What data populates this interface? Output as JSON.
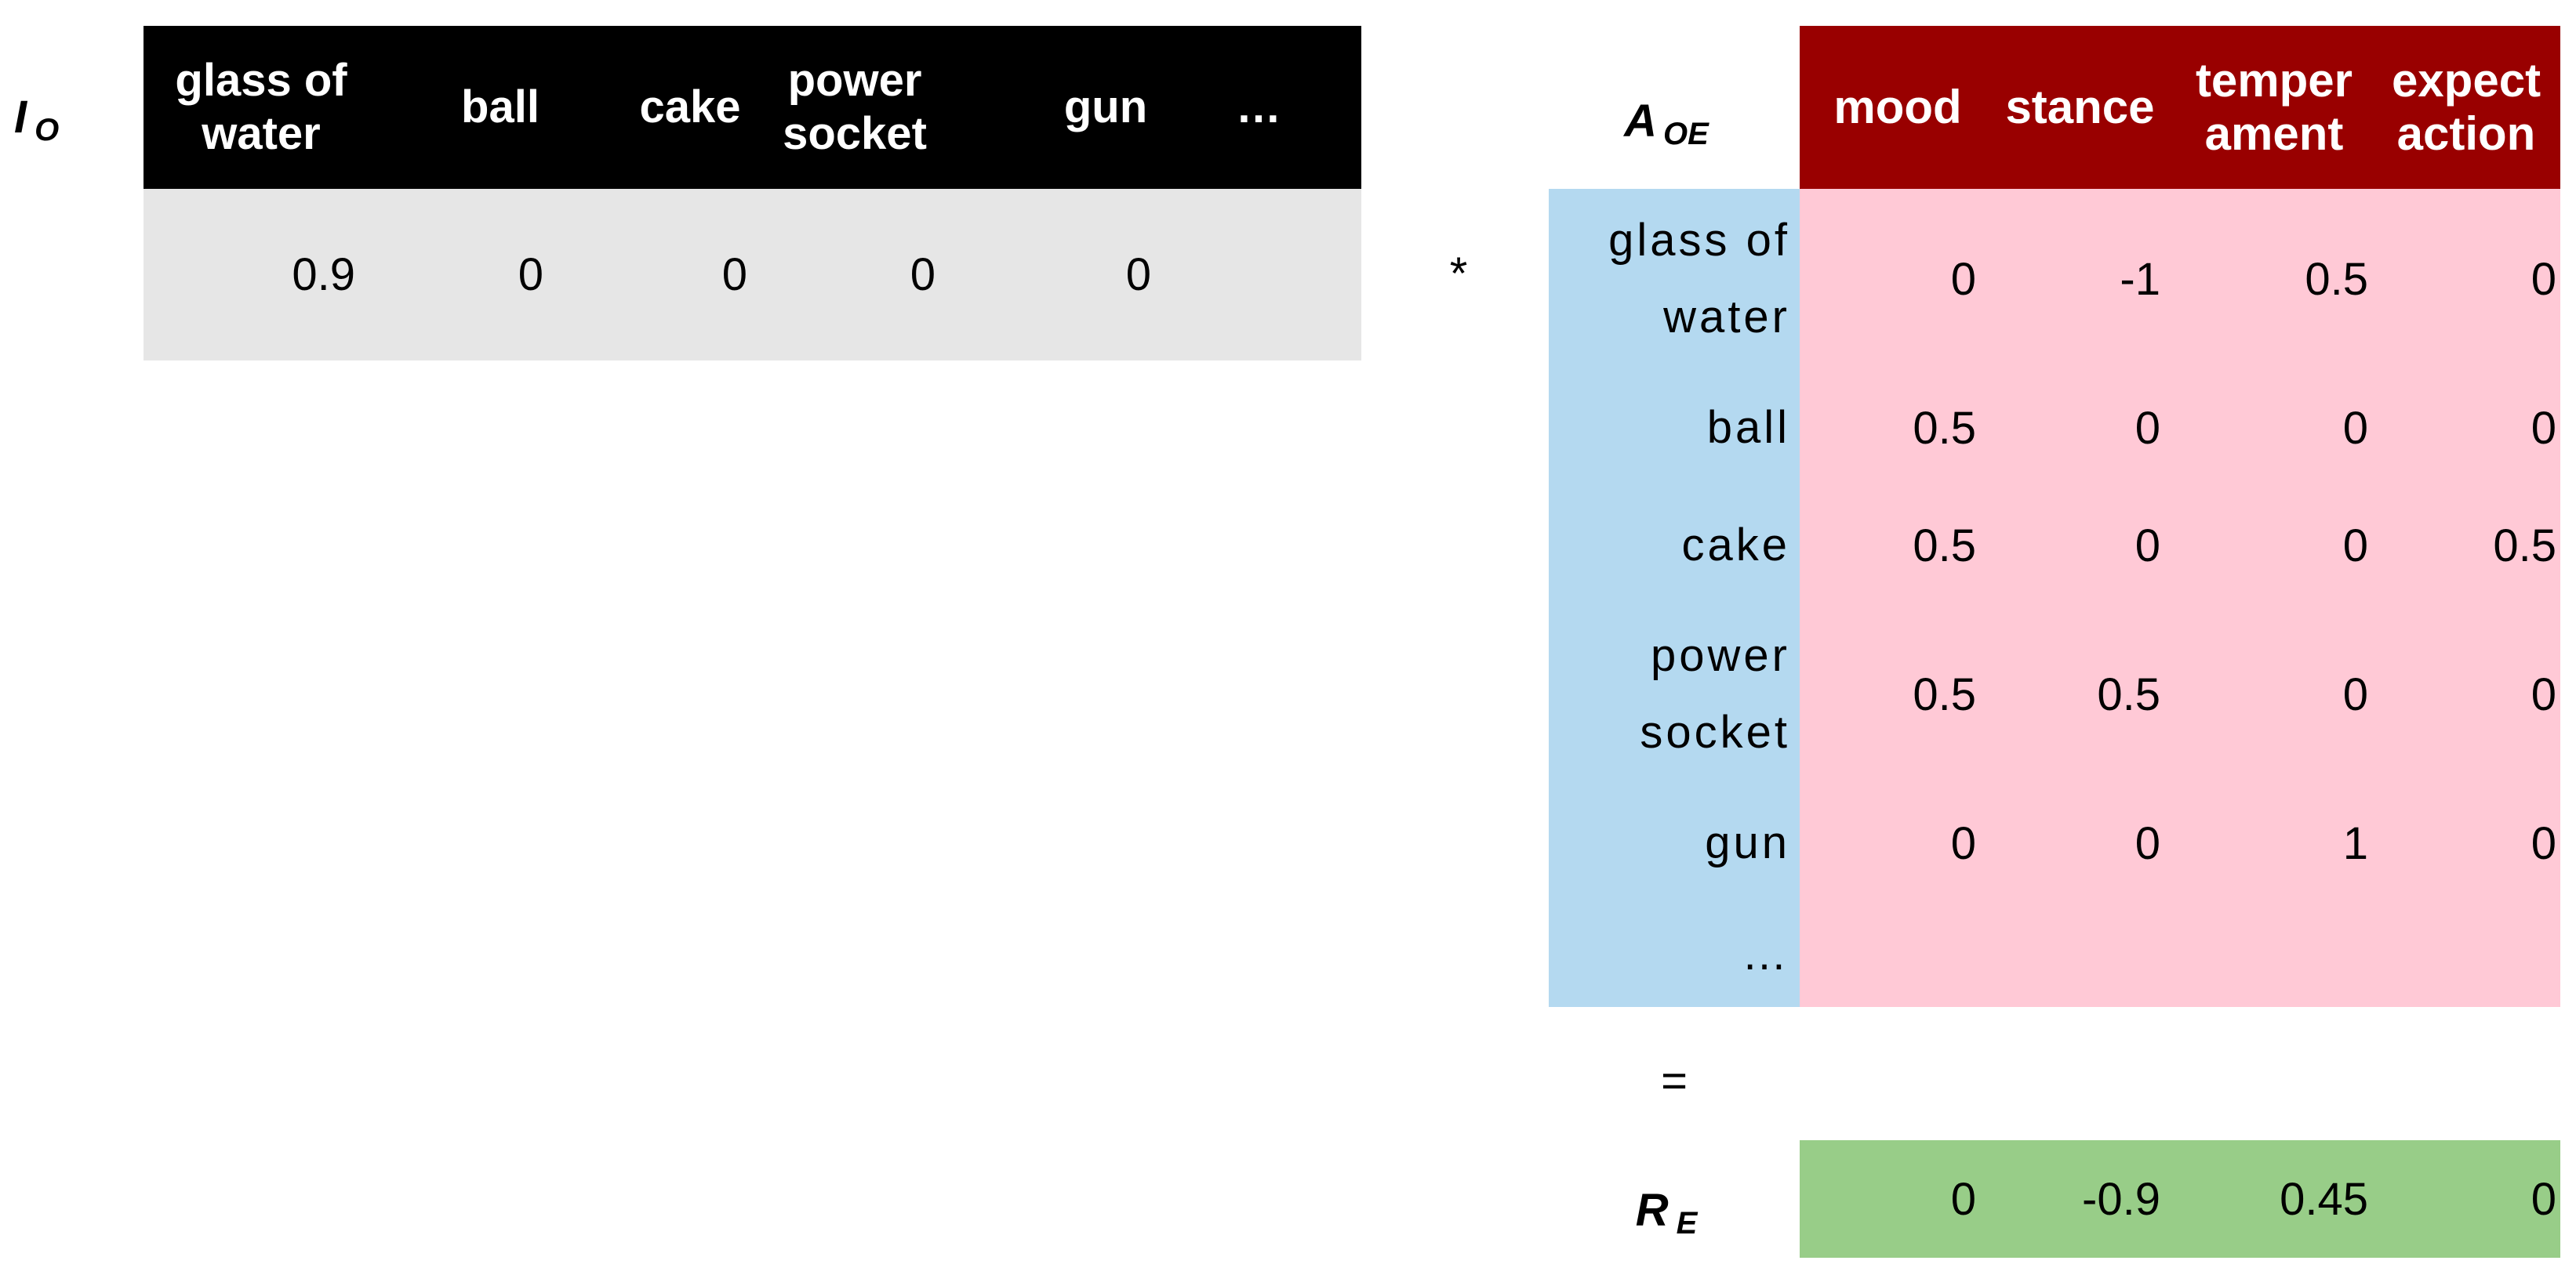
{
  "io": {
    "label": "I",
    "label_sub": "O",
    "headers": [
      {
        "line1": "glass of",
        "line2": "water"
      },
      {
        "line1": "ball",
        "line2": ""
      },
      {
        "line1": "cake",
        "line2": ""
      },
      {
        "line1": "power",
        "line2": "socket"
      },
      {
        "line1": "gun",
        "line2": ""
      },
      {
        "line1": "…",
        "line2": ""
      }
    ],
    "values": [
      "0.9",
      "0",
      "0",
      "0",
      "0",
      ""
    ]
  },
  "operators": {
    "multiply": "*",
    "equals": "="
  },
  "aoe": {
    "label": "A",
    "label_sub": "OE",
    "col_headers": [
      {
        "line1": "mood",
        "line2": ""
      },
      {
        "line1": "stance",
        "line2": ""
      },
      {
        "line1": "temper",
        "line2": "ament"
      },
      {
        "line1": "expect",
        "line2": "action"
      }
    ],
    "row_headers": [
      {
        "line1": "glass of",
        "line2": "water"
      },
      {
        "line1": "ball",
        "line2": ""
      },
      {
        "line1": "cake",
        "line2": ""
      },
      {
        "line1": "power",
        "line2": "socket"
      },
      {
        "line1": "gun",
        "line2": ""
      },
      {
        "line1": "…",
        "line2": ""
      }
    ],
    "rows": [
      [
        "0",
        "-1",
        "0.5",
        "0"
      ],
      [
        "0.5",
        "0",
        "0",
        "0"
      ],
      [
        "0.5",
        "0",
        "0",
        "0.5"
      ],
      [
        "0.5",
        "0.5",
        "0",
        "0"
      ],
      [
        "0",
        "0",
        "1",
        "0"
      ],
      [
        "",
        "",
        "",
        ""
      ]
    ]
  },
  "re": {
    "label": "R",
    "label_sub": "E",
    "values": [
      "0",
      "-0.9",
      "0.45",
      "0"
    ]
  },
  "colors": {
    "io_header": "#000000",
    "io_values": "#e6e6e6",
    "aoe_header": "#990000",
    "aoe_row_header": "#b4d9f0",
    "aoe_body": "#ffc9d6",
    "re_band": "#98cd88"
  }
}
